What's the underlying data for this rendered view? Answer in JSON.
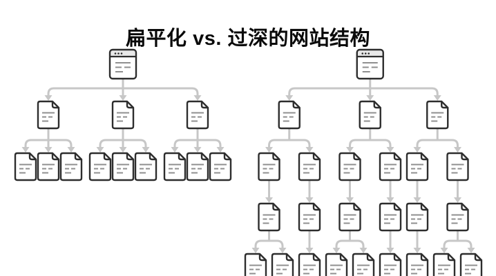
{
  "title": "扁平化 vs. 过深的网站结构",
  "colors": {
    "background": "#ffffff",
    "title": "#0a0a0a",
    "connector": "#c7c7c7",
    "icon_stroke": "#2d2d2d",
    "icon_text": "#8f8f8f",
    "icon_fill": "#ffffff",
    "browser_bar": "#e8e8e8"
  },
  "diagram": {
    "trees": [
      {
        "id": "flat-structure",
        "root": {
          "icon": "browser-window",
          "children": [
            {
              "icon": "document",
              "children": [
                {
                  "icon": "document"
                },
                {
                  "icon": "document"
                },
                {
                  "icon": "document"
                }
              ]
            },
            {
              "icon": "document",
              "children": [
                {
                  "icon": "document"
                },
                {
                  "icon": "document"
                },
                {
                  "icon": "document"
                }
              ]
            },
            {
              "icon": "document",
              "children": [
                {
                  "icon": "document"
                },
                {
                  "icon": "document"
                },
                {
                  "icon": "document"
                }
              ]
            }
          ]
        }
      },
      {
        "id": "deep-structure",
        "root": {
          "icon": "browser-window",
          "children": [
            {
              "icon": "document",
              "children": [
                {
                  "icon": "document",
                  "children": [
                    {
                      "icon": "document",
                      "children": [
                        {
                          "icon": "document"
                        },
                        {
                          "icon": "document"
                        }
                      ]
                    }
                  ]
                },
                {
                  "icon": "document",
                  "children": [
                    {
                      "icon": "document",
                      "children": [
                        {
                          "icon": "document"
                        }
                      ]
                    }
                  ]
                }
              ]
            },
            {
              "icon": "document",
              "children": [
                {
                  "icon": "document",
                  "children": [
                    {
                      "icon": "document",
                      "children": [
                        {
                          "icon": "document"
                        },
                        {
                          "icon": "document"
                        }
                      ]
                    }
                  ]
                },
                {
                  "icon": "document",
                  "children": [
                    {
                      "icon": "document",
                      "children": [
                        {
                          "icon": "document"
                        }
                      ]
                    }
                  ]
                }
              ]
            },
            {
              "icon": "document",
              "children": [
                {
                  "icon": "document",
                  "children": [
                    {
                      "icon": "document",
                      "children": [
                        {
                          "icon": "document"
                        }
                      ]
                    }
                  ]
                },
                {
                  "icon": "document",
                  "children": [
                    {
                      "icon": "document",
                      "children": [
                        {
                          "icon": "document"
                        },
                        {
                          "icon": "document"
                        }
                      ]
                    }
                  ]
                }
              ]
            }
          ]
        }
      }
    ]
  }
}
